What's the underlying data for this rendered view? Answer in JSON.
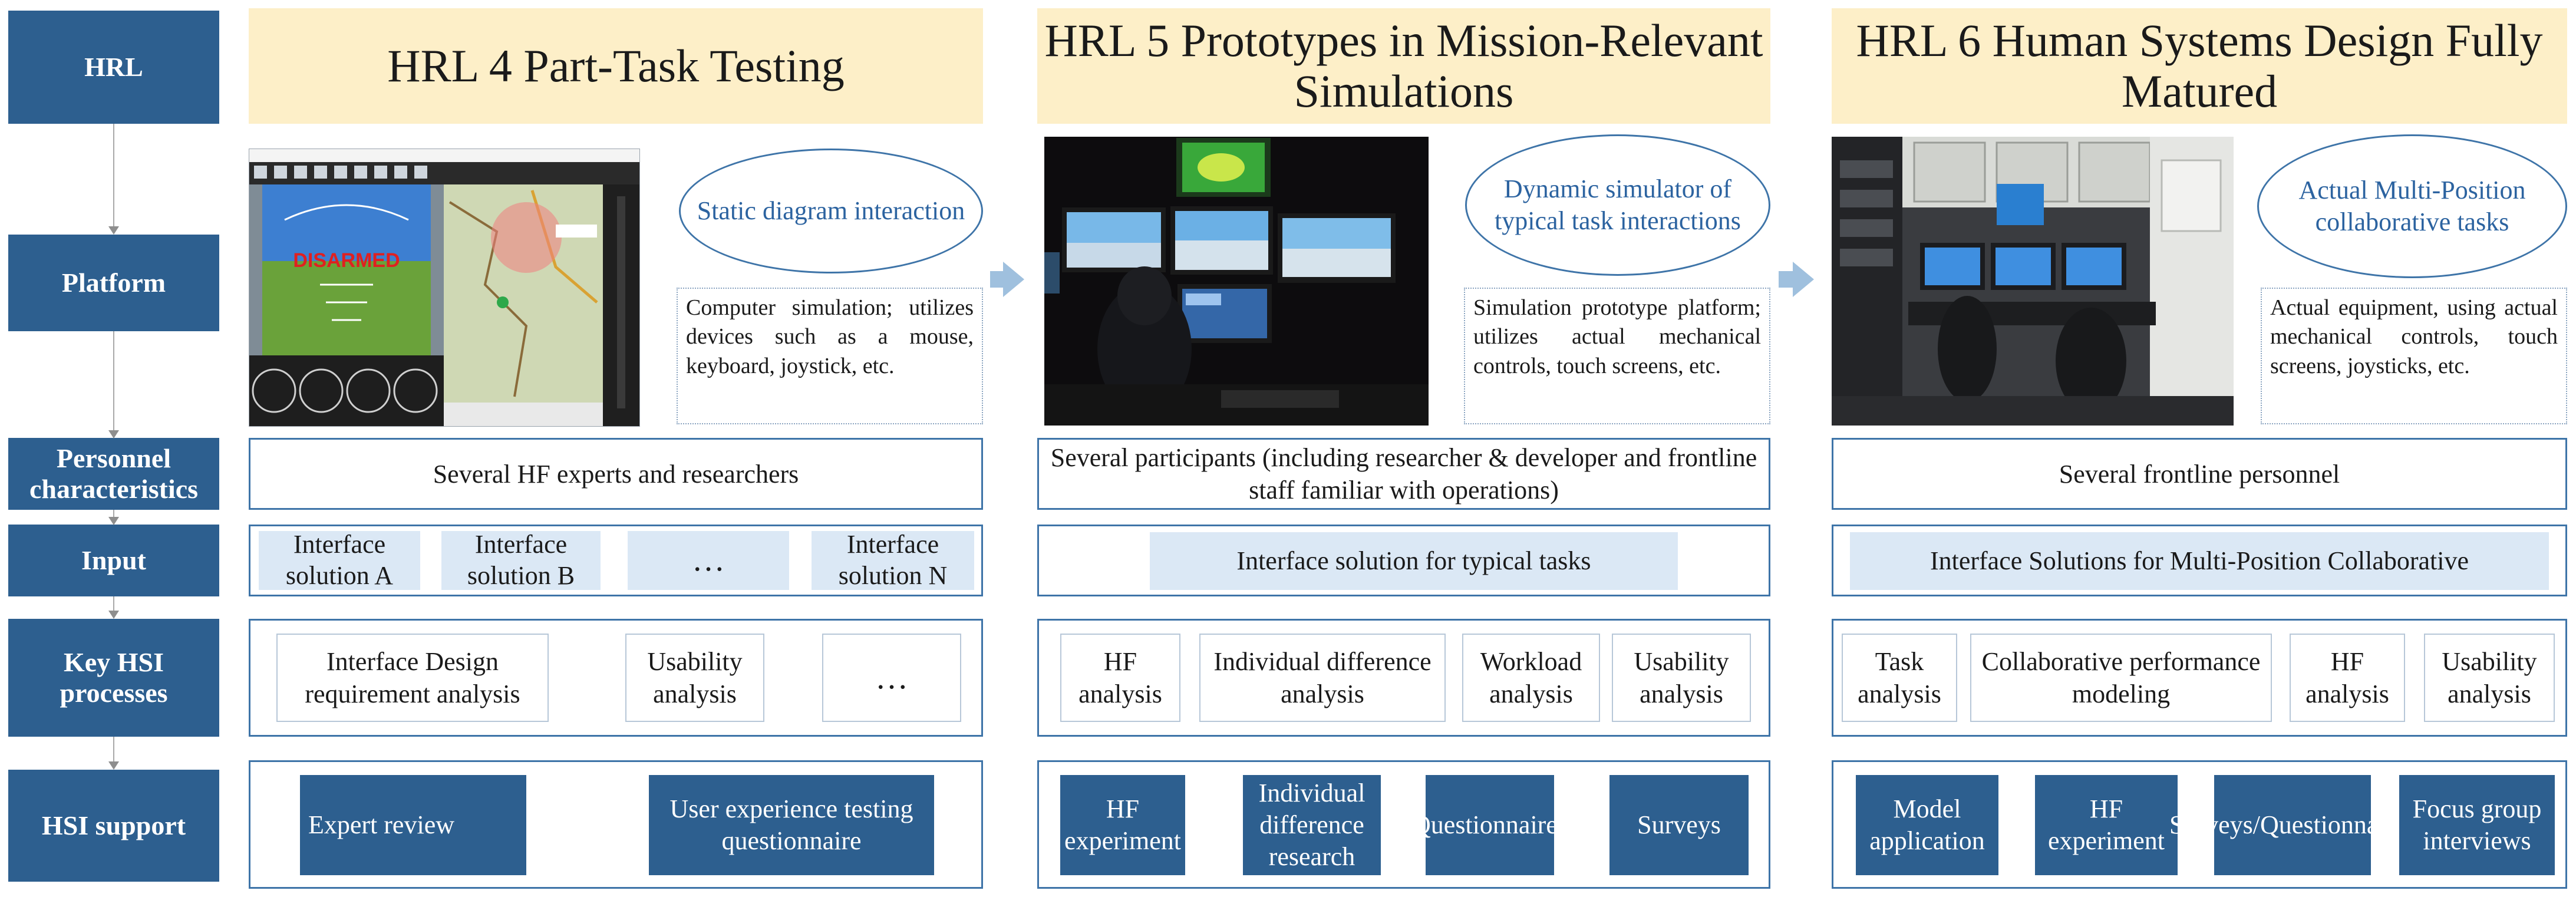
{
  "rows": {
    "hrl": "HRL",
    "platform": "Platform",
    "personnel": "Personnel characteristics",
    "input": "Input",
    "key_hsi": "Key HSI processes",
    "hsi_support": "HSI support"
  },
  "columns": [
    {
      "title": "HRL 4 Part-Task Testing",
      "platform_label": "Static diagram interaction",
      "platform_desc": "Computer simulation; utilizes devices such as a mouse, keyboard, joystick, etc.",
      "personnel": "Several HF experts and researchers",
      "inputs": [
        "Interface solution A",
        "Interface solution B",
        "…",
        "Interface solution N"
      ],
      "processes": [
        "Interface Design requirement analysis",
        "Usability analysis",
        "…"
      ],
      "support": [
        "Expert review",
        "User experience testing questionnaire"
      ]
    },
    {
      "title": "HRL 5 Prototypes in Mission-Relevant Simulations",
      "platform_label": "Dynamic simulator of typical task interactions",
      "platform_desc": "Simulation prototype platform; utilizes actual mechanical controls, touch screens, etc.",
      "personnel": "Several participants (including researcher & developer and frontline staff familiar with operations)",
      "inputs": [
        "Interface solution for typical tasks"
      ],
      "processes": [
        "HF analysis",
        "Individual difference analysis",
        "Workload analysis",
        "Usability analysis"
      ],
      "support": [
        "HF experiment",
        "Individual difference research",
        "Questionnaires",
        "Surveys"
      ]
    },
    {
      "title": "HRL 6 Human Systems Design Fully Matured",
      "platform_label": "Actual Multi-Position collaborative tasks",
      "platform_desc": "Actual equipment, using actual mechanical controls, touch screens, joysticks, etc.",
      "personnel": "Several frontline personnel",
      "inputs": [
        "Interface Solutions for Multi-Position Collaborative"
      ],
      "processes": [
        "Task analysis",
        "Collaborative performance modeling",
        "HF analysis",
        "Usability analysis"
      ],
      "support": [
        "Model application",
        "HF experiment",
        "Surveys/Questionnaires",
        "Focus group interviews"
      ]
    }
  ],
  "screen": {
    "disarmed": "DISARMED"
  },
  "colors": {
    "row_label_bg": "#2d5f8f",
    "header_bg": "#fdefc8",
    "box_border": "#3e74a8",
    "input_bg": "#dbe8f5",
    "ellipse_text": "#2c63a0",
    "arrow": "#9fc0de"
  }
}
